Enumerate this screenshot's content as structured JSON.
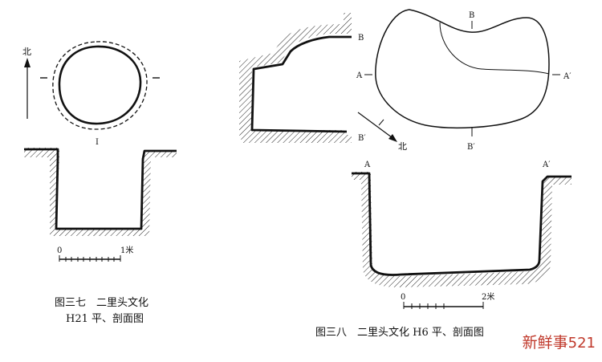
{
  "figure_37": {
    "north_label": "北",
    "section_marker": "I",
    "scale_start": "0",
    "scale_end": "1米",
    "caption_line1": "图三七　二里头文化",
    "caption_line2": "H21 平、剖面图"
  },
  "figure_38": {
    "north_label": "北",
    "label_b": "B",
    "label_b_prime": "B′",
    "label_a": "A",
    "label_a_prime": "A′",
    "section_label_a": "A",
    "section_label_a_prime": "A′",
    "plan_label_b": "B",
    "plan_label_b_prime": "B′",
    "scale_start": "0",
    "scale_end": "2米",
    "caption": "图三八　二里头文化 H6 平、剖面图"
  },
  "watermark": {
    "text": "新鲜事",
    "number": "521",
    "color": "#c0392b"
  }
}
